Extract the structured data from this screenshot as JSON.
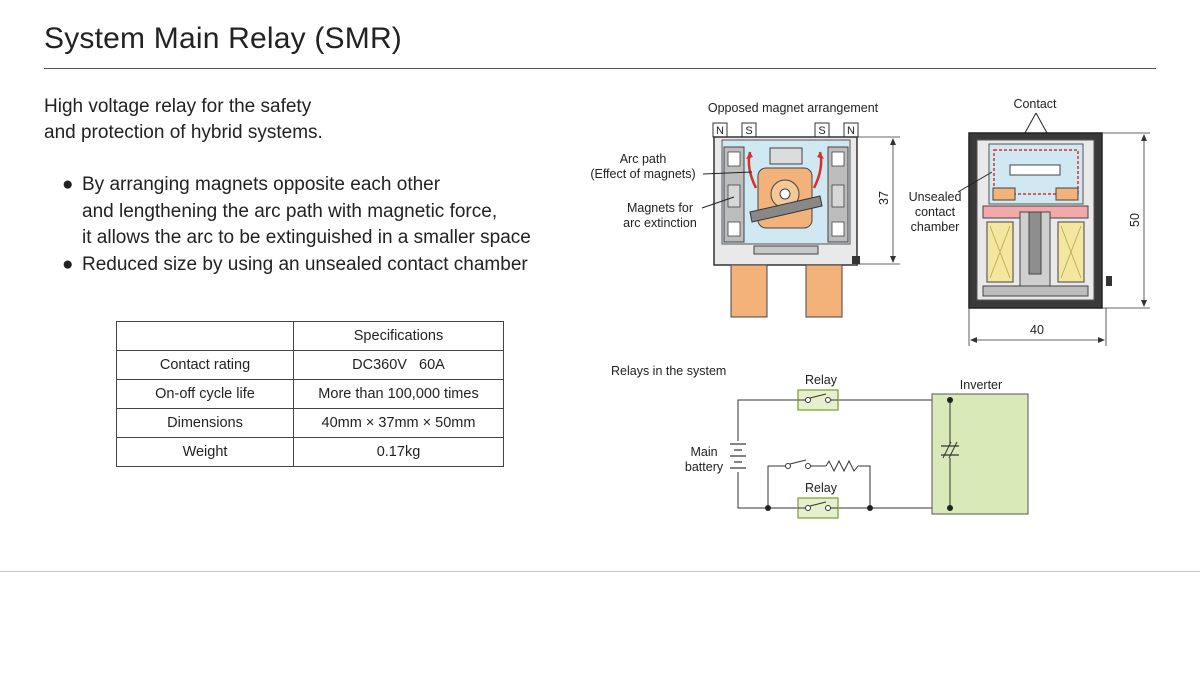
{
  "title": "System Main Relay (SMR)",
  "subtitle_lines": [
    "High voltage relay for the safety",
    "and protection of hybrid systems."
  ],
  "bullets": [
    {
      "symbol": "●",
      "lines": [
        "By arranging magnets opposite each other",
        "and lengthening the arc path with magnetic force,",
        "it allows the arc to be extinguished in a smaller space"
      ]
    },
    {
      "symbol": "●",
      "lines": [
        "Reduced size by using an unsealed contact chamber"
      ]
    }
  ],
  "spec_table": {
    "header": [
      "",
      "Specifications"
    ],
    "rows": [
      [
        "Contact rating",
        "DC360V   60A"
      ],
      [
        "On-off cycle life",
        "More than 100,000 times"
      ],
      [
        "Dimensions",
        "40mm × 37mm × 50mm"
      ],
      [
        "Weight",
        "0.17kg"
      ]
    ]
  },
  "front_view": {
    "title": "Opposed magnet arrangement",
    "poles": [
      "N",
      "S",
      "S",
      "N"
    ],
    "arc_path_lines": [
      "Arc path",
      "(Effect of magnets)"
    ],
    "magnets_lines": [
      "Magnets for",
      "arc extinction"
    ],
    "dimension": "37"
  },
  "side_view": {
    "contact_label": "Contact",
    "chamber_lines": [
      "Unsealed",
      "contact",
      "chamber"
    ],
    "height_dimension": "50",
    "width_dimension": "40"
  },
  "circuit": {
    "title": "Relays in the system",
    "relay_top": "Relay",
    "relay_bottom": "Relay",
    "inverter": "Inverter",
    "battery_lines": [
      "Main",
      "battery"
    ]
  },
  "colors": {
    "contact_orange": "#f2b27a",
    "chamber_blue": "#cfe8f2",
    "coil_yellow": "#f3e7a0",
    "inverter_green": "#d9eab8",
    "relay_box": "#cfe3a8",
    "red_arc": "#d9302a"
  }
}
